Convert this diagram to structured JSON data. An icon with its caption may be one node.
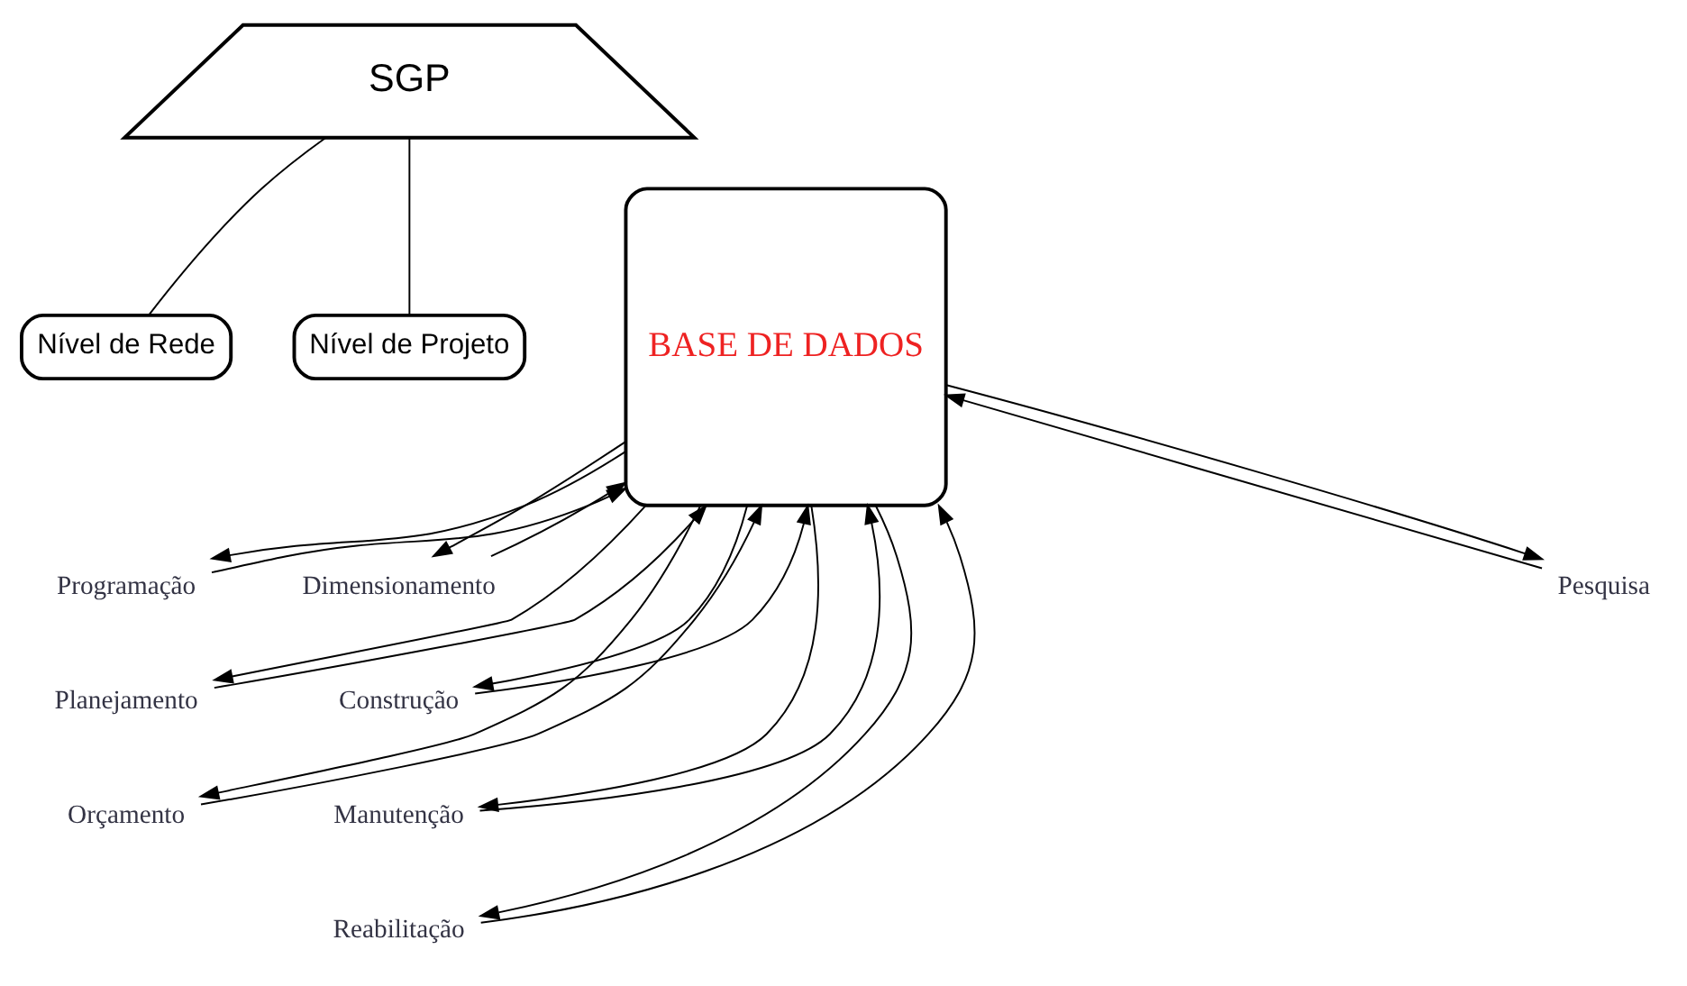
{
  "diagram": {
    "nodes": [
      {
        "text": [
          "SGP"
        ]
      },
      {
        "text": [
          "Nível de Rede"
        ]
      },
      {
        "text": [
          "Nível de Projeto"
        ]
      },
      {
        "text": [
          "BASE DE DADOS"
        ]
      },
      {
        "text": [
          "Programação"
        ]
      },
      {
        "text": [
          "Planejamento"
        ]
      },
      {
        "text": [
          "Orçamento"
        ]
      },
      {
        "text": [
          "Dimensionamento"
        ]
      },
      {
        "text": [
          "Construção"
        ]
      },
      {
        "text": [
          "Manutenção"
        ]
      },
      {
        "text": [
          "Reabilitação"
        ]
      },
      {
        "text": [
          "Pesquisa"
        ]
      }
    ],
    "edges": [
      {
        "from": 0,
        "to": 1,
        "arrow": "none"
      },
      {
        "from": 0,
        "to": 2,
        "arrow": "none"
      },
      {
        "from": 3,
        "to": 4,
        "arrow": "to"
      },
      {
        "from": 4,
        "to": 3,
        "arrow": "to"
      },
      {
        "from": 3,
        "to": 5,
        "arrow": "to"
      },
      {
        "from": 5,
        "to": 3,
        "arrow": "to"
      },
      {
        "from": 3,
        "to": 6,
        "arrow": "to"
      },
      {
        "from": 6,
        "to": 3,
        "arrow": "to"
      },
      {
        "from": 3,
        "to": 7,
        "arrow": "to"
      },
      {
        "from": 7,
        "to": 3,
        "arrow": "to"
      },
      {
        "from": 3,
        "to": 8,
        "arrow": "to"
      },
      {
        "from": 8,
        "to": 3,
        "arrow": "to"
      },
      {
        "from": 3,
        "to": 9,
        "arrow": "to"
      },
      {
        "from": 9,
        "to": 3,
        "arrow": "to"
      },
      {
        "from": 3,
        "to": 10,
        "arrow": "to"
      },
      {
        "from": 10,
        "to": 3,
        "arrow": "to"
      },
      {
        "from": 11,
        "to": 3,
        "arrow": "to"
      },
      {
        "from": 3,
        "to": 11,
        "arrow": "to"
      }
    ]
  }
}
